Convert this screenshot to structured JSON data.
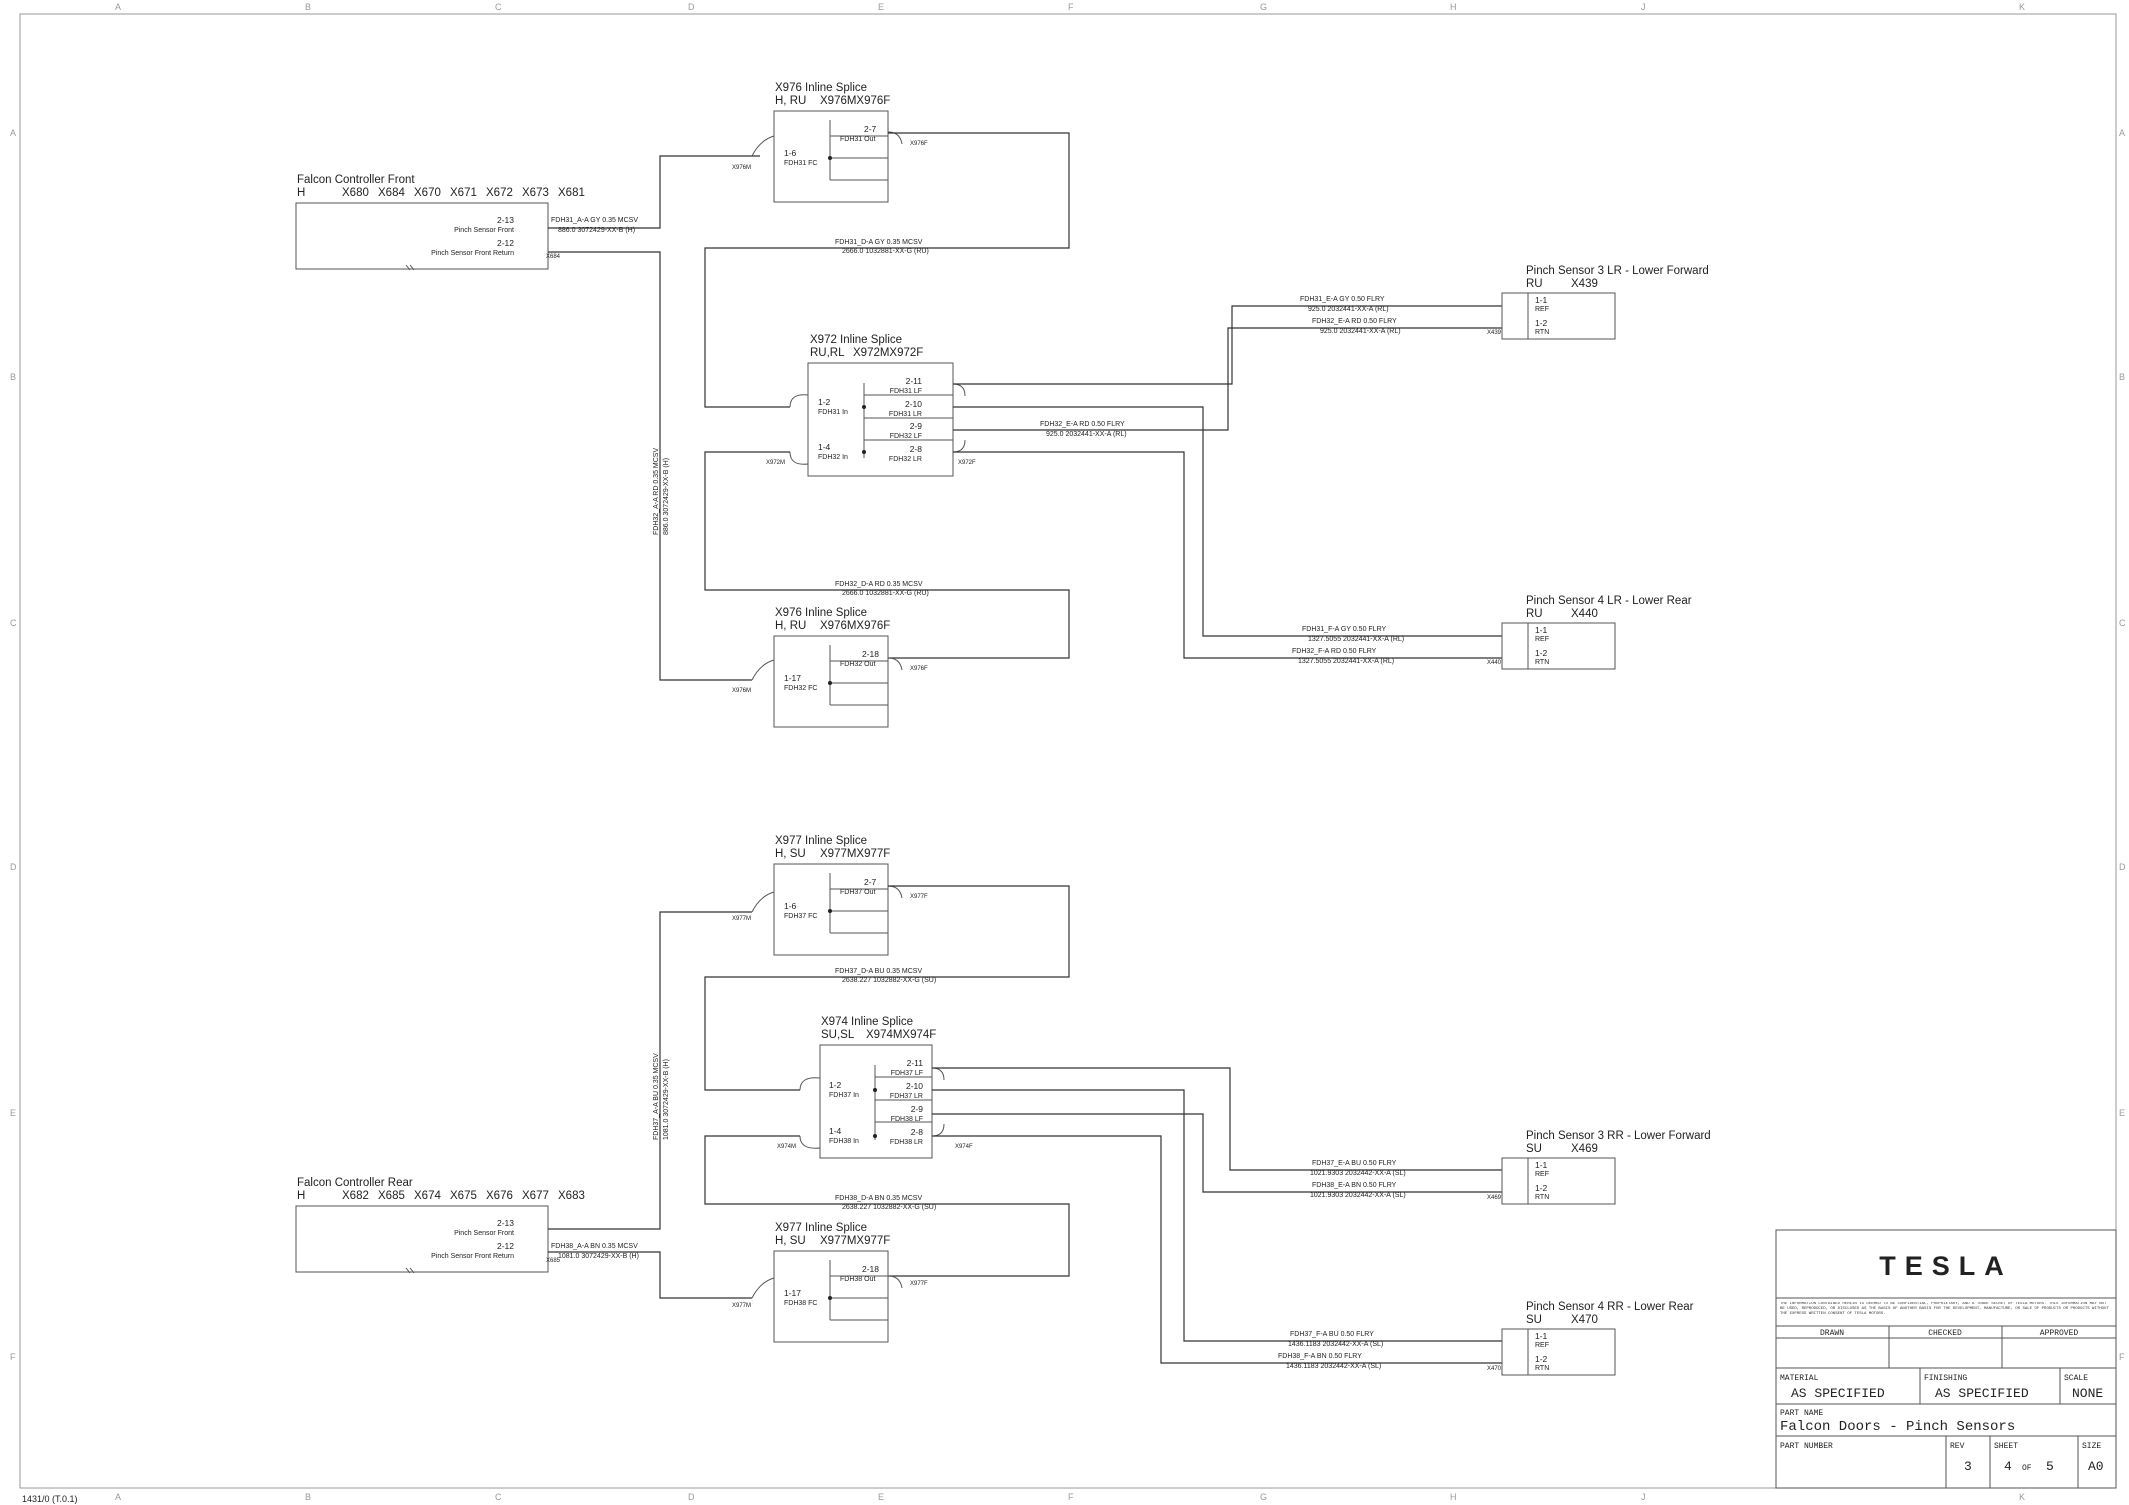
{
  "grid": {
    "cols": [
      "A",
      "B",
      "C",
      "D",
      "E",
      "F",
      "G",
      "H",
      "J",
      "K"
    ],
    "rows": [
      "A",
      "B",
      "C",
      "D",
      "E",
      "F"
    ]
  },
  "controllers": [
    {
      "title": "Falcon Controller Front",
      "subtitle": "H",
      "connectors": [
        "X680",
        "X684",
        "X670",
        "X671",
        "X672",
        "X673",
        "X681"
      ],
      "pins": [
        {
          "num": "2-13",
          "name": "Pinch Sensor Front"
        },
        {
          "num": "2-12",
          "name": "Pinch Sensor Front Return"
        }
      ],
      "conn_tag": "X684"
    },
    {
      "title": "Falcon Controller Rear",
      "subtitle": "H",
      "connectors": [
        "X682",
        "X685",
        "X674",
        "X675",
        "X676",
        "X677",
        "X683"
      ],
      "pins": [
        {
          "num": "2-13",
          "name": "Pinch Sensor Front"
        },
        {
          "num": "2-12",
          "name": "Pinch Sensor Front Return"
        }
      ],
      "conn_tag": "X685"
    }
  ],
  "splices": [
    {
      "title": "X976 Inline Splice",
      "sub": "H, RU",
      "code": "X976MX976F",
      "in_pin": "1-6",
      "in_name": "FDH31 FC",
      "out_pin": "2-7",
      "out_name": "FDH31 Out",
      "lt": "X976M",
      "rt": "X976F"
    },
    {
      "title": "X972 Inline Splice",
      "sub": "RU,RL",
      "code": "X972MX972F",
      "pins_l": [
        {
          "num": "1-2",
          "name": "FDH31 In"
        },
        {
          "num": "1-4",
          "name": "FDH32 In"
        }
      ],
      "pins_r": [
        {
          "num": "2-11",
          "name": "FDH31 LF"
        },
        {
          "num": "2-10",
          "name": "FDH31 LR"
        },
        {
          "num": "2-9",
          "name": "FDH32 LF"
        },
        {
          "num": "2-8",
          "name": "FDH32 LR"
        }
      ],
      "lt": "X972M",
      "rt": "X972F"
    },
    {
      "title": "X976 Inline Splice",
      "sub": "H, RU",
      "code": "X976MX976F",
      "in_pin": "1-17",
      "in_name": "FDH32 FC",
      "out_pin": "2-18",
      "out_name": "FDH32 Out",
      "lt": "X976M",
      "rt": "X976F"
    },
    {
      "title": "X977 Inline Splice",
      "sub": "H, SU",
      "code": "X977MX977F",
      "in_pin": "1-6",
      "in_name": "FDH37 FC",
      "out_pin": "2-7",
      "out_name": "FDH37 Out",
      "lt": "X977M",
      "rt": "X977F"
    },
    {
      "title": "X974 Inline Splice",
      "sub": "SU,SL",
      "code": "X974MX974F",
      "pins_l": [
        {
          "num": "1-2",
          "name": "FDH37 In"
        },
        {
          "num": "1-4",
          "name": "FDH38 In"
        }
      ],
      "pins_r": [
        {
          "num": "2-11",
          "name": "FDH37 LF"
        },
        {
          "num": "2-10",
          "name": "FDH37 LR"
        },
        {
          "num": "2-9",
          "name": "FDH38 LF"
        },
        {
          "num": "2-8",
          "name": "FDH38 LR"
        }
      ],
      "lt": "X974M",
      "rt": "X974F"
    },
    {
      "title": "X977 Inline Splice",
      "sub": "H, SU",
      "code": "X977MX977F",
      "in_pin": "1-17",
      "in_name": "FDH38 FC",
      "out_pin": "2-18",
      "out_name": "FDH38 Out",
      "lt": "X977M",
      "rt": "X977F"
    }
  ],
  "sensors": [
    {
      "title": "Pinch Sensor 3 LR - Lower Forward",
      "sub": "RU",
      "conn": "X439",
      "tag": "X439"
    },
    {
      "title": "Pinch Sensor 4 LR - Lower Rear",
      "sub": "RU",
      "conn": "X440",
      "tag": "X440"
    },
    {
      "title": "Pinch Sensor 3 RR - Lower Forward",
      "sub": "SU",
      "conn": "X469",
      "tag": "X469"
    },
    {
      "title": "Pinch Sensor 4 RR - Lower Rear",
      "sub": "SU",
      "conn": "X470",
      "tag": "X470"
    }
  ],
  "sensor_pins": [
    {
      "num": "1-1",
      "name": "REF"
    },
    {
      "num": "1-2",
      "name": "RTN"
    }
  ],
  "wires": {
    "w1a": "FDH31_A-A   GY   0.35   MCSV",
    "w1b": "886.0   3072429-XX-B (H)",
    "w2a": "FDH31_D-A   GY   0.35   MCSV",
    "w2b": "2666.0   1032881-XX-G (RU)",
    "w3a": "FDH31_E-A   GY   0.50   FLRY",
    "w3b": "925.0   2032441-XX-A (RL)",
    "w4a": "FDH32_E-A   RD   0.50   FLRY",
    "w4b": "925.0   2032441-XX-A (RL)",
    "w5a": "FDH32_E-A   RD   0.50   FLRY",
    "w5b": "925.0   2032441-XX-A (RL)",
    "w6a": "FDH32_D-A   RD   0.35   MCSV",
    "w6b": "2666.0   1032881-XX-G (RU)",
    "w7a": "FDH31_F-A   GY   0.50   FLRY",
    "w7b": "1327.5055   2032441-XX-A (RL)",
    "w8a": "FDH32_F-A   RD   0.50   FLRY",
    "w8b": "1327.5055   2032441-XX-A (RL)",
    "v1": "FDH32_A-A   RD   0.35   MCSV",
    "v1b": "886.0   3072429-XX-B (H)",
    "w9a": "FDH37_D-A   BU   0.35   MCSV",
    "w9b": "2638.227   1032882-XX-G (SU)",
    "w10a": "FDH37_E-A   BU   0.50   FLRY",
    "w10b": "1021.9303   2032442-XX-A (SL)",
    "w11a": "FDH38_E-A   BN   0.50   FLRY",
    "w11b": "1021.9303   2032442-XX-A (SL)",
    "w12a": "FDH38_D-A   BN   0.35   MCSV",
    "w12b": "2638.227   1032882-XX-G (SU)",
    "w13a": "FDH38_A-A   BN   0.35   MCSV",
    "w13b": "1081.0   3072429-XX-B (H)",
    "w14a": "FDH37_F-A   BU   0.50   FLRY",
    "w14b": "1436.1183   2032442-XX-A (SL)",
    "w15a": "FDH38_F-A   BN   0.50   FLRY",
    "w15b": "1436.1183   2032442-XX-A (SL)",
    "v2": "FDH37_A-A   BU   0.35   MCSV",
    "v2b": "1081.0   3072429-XX-B (H)"
  },
  "title_block": {
    "logo": "TESLA",
    "legal": "THE INFORMATION CONTAINED HEREIN IS DEEMED TO BE CONFIDENTIAL, PROPRIETARY, AND A TRADE SECRET OF TESLA MOTORS. THIS INFORMATION MAY NOT BE USED, REPRODUCED, OR DISCLOSED AS THE BASIS OF ANOTHER BASIS FOR THE DEVELOPMENT, MANUFACTURE, OR SALE OF PRODUCTS OR PRODUCTS WITHOUT THE EXPRESS WRITTEN CONSENT OF TESLA MOTORS.",
    "drawn": "DRAWN",
    "checked": "CHECKED",
    "approved": "APPROVED",
    "material_label": "MATERIAL",
    "material": "AS SPECIFIED",
    "finishing_label": "FINISHING",
    "finishing": "AS SPECIFIED",
    "scale_label": "SCALE",
    "scale": "NONE",
    "part_name_label": "PART NAME",
    "part_name": "Falcon Doors - Pinch Sensors",
    "part_number_label": "PART NUMBER",
    "rev_label": "REV",
    "rev": "3",
    "sheet_label": "SHEET",
    "sheet": "4",
    "of": "OF",
    "sheet_total": "5",
    "size_label": "SIZE",
    "size": "A0"
  },
  "corner_stamp": "1431/0 (T.0.1)"
}
